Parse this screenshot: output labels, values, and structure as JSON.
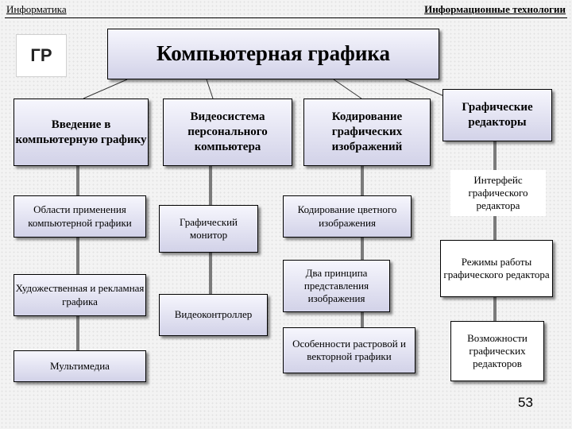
{
  "header": {
    "left": "Информатика",
    "right": "Информационные технологии"
  },
  "badge": "ГР",
  "title": "Компьютерная графика",
  "columns": [
    {
      "heading": "Введение в компьютерную графику",
      "items": [
        "Области применения компьютерной графики",
        "Художественная и рекламная графика",
        "Мультимедиа"
      ]
    },
    {
      "heading": "Видеосистема персонального компьютера",
      "items": [
        "Графический монитор",
        "Видеоконтроллер"
      ]
    },
    {
      "heading": "Кодирование графических изображений",
      "items": [
        "Кодирование цветного изображения",
        "Два принципа представления изображения",
        "Особенности растровой и векторной графики"
      ]
    },
    {
      "heading": "Графические редакторы",
      "items": [
        "Интерфейс графического редактора",
        "Режимы работы графического редактора",
        "Возможности графических редакторов"
      ]
    }
  ],
  "page_number": "53"
}
